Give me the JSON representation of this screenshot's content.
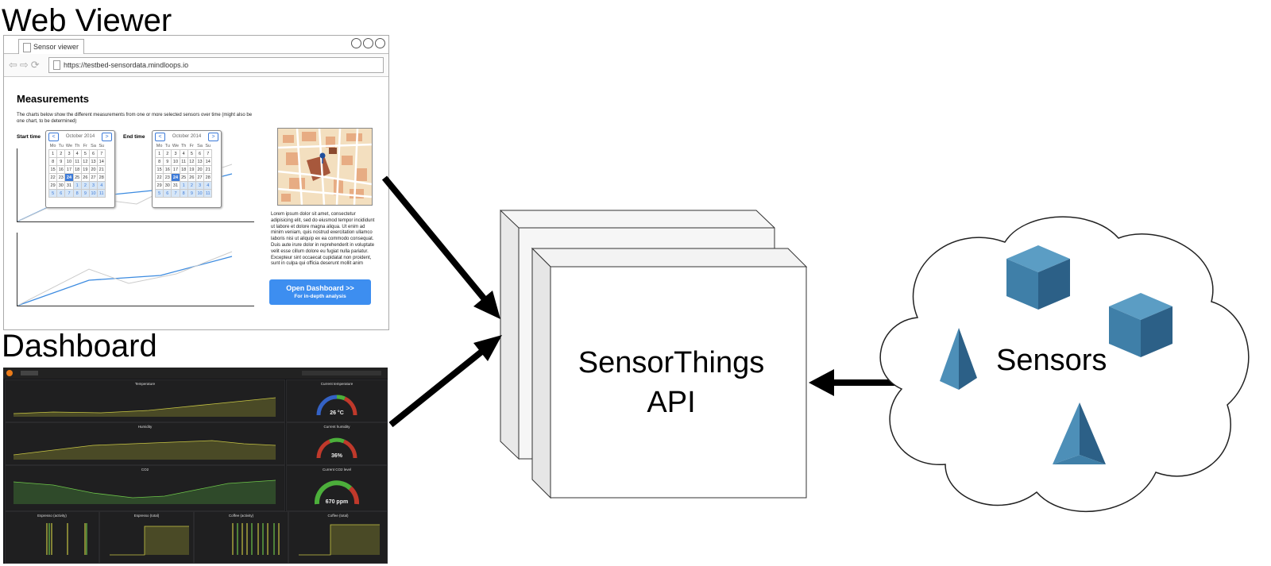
{
  "labels": {
    "web_viewer": "Web Viewer",
    "dashboard": "Dashboard"
  },
  "web_viewer": {
    "tab": "Sensor viewer",
    "url": "https://testbed-sensordata.mindloops.io",
    "title": "Measurements",
    "description": "The charts below show the different measurements from one or more selected sensors over time (might also be one chart, to be determined)",
    "start_time_label": "Start time",
    "end_time_label": "End time",
    "calendar": {
      "month": "October 2014",
      "weekdays": [
        "Mo",
        "Tu",
        "We",
        "Th",
        "Fr",
        "Sa",
        "Su"
      ],
      "weeks": [
        [
          "1",
          "2",
          "3",
          "4",
          "5",
          "6",
          "7"
        ],
        [
          "8",
          "9",
          "10",
          "11",
          "12",
          "13",
          "14"
        ],
        [
          "15",
          "16",
          "17",
          "18",
          "19",
          "20",
          "21"
        ],
        [
          "22",
          "23",
          "24",
          "25",
          "26",
          "27",
          "28"
        ],
        [
          "29",
          "30",
          "31",
          "1",
          "2",
          "3",
          "4"
        ],
        [
          "5",
          "6",
          "7",
          "8",
          "9",
          "10",
          "11"
        ]
      ],
      "selected": "24"
    },
    "lorem": "Lorem ipsum dolor sit amet, consectetur adipisicing elit, sed do eiusmod tempor incididunt ut labore et dolore magna aliqua. Ut enim ad minim veniam, quis nostrud exercitation ullamco laboris nisi ut aliquip ex ea commodo consequat. Duis aute irure dolor in reprehenderit in voluptate velit esse cillum dolore eu fugiat nulla pariatur. Excepteur sint occaecat cupidatat non proident, sunt in culpa qui officia deserunt mollit anim",
    "button_main": "Open Dashboard >>",
    "button_sub": "For in-depth analysis"
  },
  "dashboard": {
    "panels": {
      "temperature": "Temperature",
      "current_temperature": "Current temperature",
      "humidity": "Humidity",
      "current_humidity": "Current humidity",
      "co2": "CO2",
      "current_co2": "Current CO2 level",
      "espresso_activity": "Espresso (activity)",
      "espresso_total": "Espresso (total)",
      "coffee_activity": "Coffee (activity)",
      "coffee_total": "Coffee (total)"
    },
    "gauges": {
      "temperature": "26 °C",
      "humidity": "36%",
      "co2": "670 ppm"
    }
  },
  "center": {
    "line1": "SensorThings",
    "line2": "API"
  },
  "cloud": {
    "label": "Sensors"
  },
  "colors": {
    "chart_line": "#3c8be0",
    "calendar_accent": "#3c7ad8",
    "button": "#3d8ef0",
    "sensor_shape": "#3f7fa8",
    "gauge_green": "#4caf3b",
    "gauge_red": "#c0392b"
  }
}
